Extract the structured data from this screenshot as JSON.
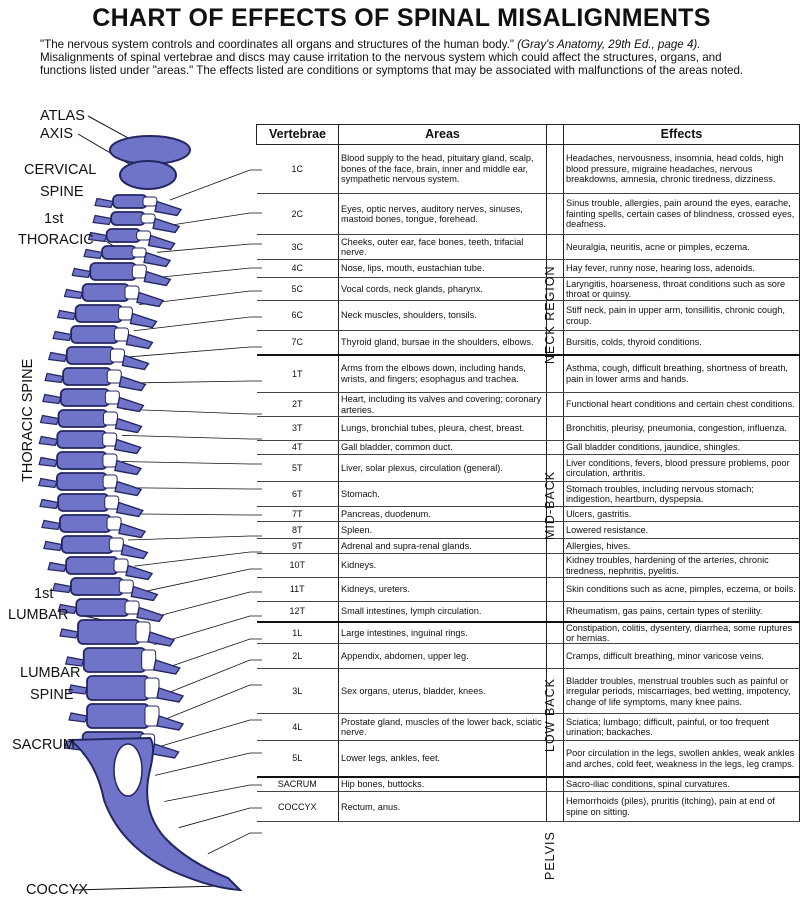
{
  "title": "CHART OF EFFECTS OF SPINAL MISALIGNMENTS",
  "intro_quote": "\"The nervous system controls and coordinates all organs and structures of the human body.\"",
  "intro_citation": "(Gray's Anatomy, 29th Ed., page 4).",
  "intro_body": "Misalignments of spinal vertebrae and discs may cause irritation to the nervous system which could affect the structures, organs, and functions listed under \"areas.\" The effects listed are conditions or symptoms that may be associated with malfunctions of the areas noted.",
  "spine_labels": {
    "atlas": "ATLAS",
    "axis": "AXIS",
    "cervical_1": "CERVICAL",
    "cervical_2": "SPINE",
    "first_thoracic_1": "1st",
    "first_thoracic_2": "THORACIC",
    "thoracic_spine": "THORACIC SPINE",
    "first_lumbar_1": "1st",
    "first_lumbar_2": "LUMBAR",
    "lumbar_spine_1": "LUMBAR",
    "lumbar_spine_2": "SPINE",
    "sacrum": "SACRUM",
    "coccyx": "COCCYX"
  },
  "table": {
    "headers": {
      "vertebrae": "Vertebrae",
      "areas": "Areas",
      "effects": "Effects"
    },
    "regions": {
      "neck": "NECK REGION",
      "mid_back": "MID-BACK",
      "low_back": "LOW BACK",
      "pelvis": "PELVIS"
    },
    "rows": [
      {
        "v": "1C",
        "a": "Blood supply to the head, pituitary gland, scalp, bones of the face, brain, inner and middle ear, sympathetic nervous system.",
        "e": "Headaches, nervousness, insomnia, head colds, high blood pressure, migraine headaches, nervous breakdowns, amnesia, chronic tiredness, dizziness."
      },
      {
        "v": "2C",
        "a": "Eyes, optic nerves, auditory nerves, sinuses, mastoid bones, tongue, forehead.",
        "e": "Sinus trouble, allergies, pain around the eyes, earache, fainting spells, certain cases of blindness, crossed eyes, deafness."
      },
      {
        "v": "3C",
        "a": "Cheeks, outer ear, face bones, teeth, trifacial nerve.",
        "e": "Neuralgia, neuritis, acne or pimples, eczema."
      },
      {
        "v": "4C",
        "a": "Nose, lips, mouth, eustachian tube.",
        "e": "Hay fever, runny nose, hearing loss, adenoids."
      },
      {
        "v": "5C",
        "a": "Vocal cords, neck glands, pharynx.",
        "e": "Laryngitis, hoarseness, throat conditions such as sore throat or quinsy."
      },
      {
        "v": "6C",
        "a": "Neck muscles, shoulders, tonsils.",
        "e": "Stiff neck, pain in upper arm, tonsillitis, chronic cough, croup."
      },
      {
        "v": "7C",
        "a": "Thyroid gland, bursae in the shoulders, elbows.",
        "e": "Bursitis, colds, thyroid conditions."
      },
      {
        "v": "1T",
        "a": "Arms from the elbows down, including hands, wrists, and fingers; esophagus and trachea.",
        "e": "Asthma, cough, difficult breathing, shortness of breath, pain in lower arms and hands."
      },
      {
        "v": "2T",
        "a": "Heart, including its valves and covering; coronary arteries.",
        "e": "Functional heart conditions and certain chest conditions."
      },
      {
        "v": "3T",
        "a": "Lungs, bronchial tubes, pleura, chest, breast.",
        "e": "Bronchitis, pleurisy, pneumonia, congestion, influenza."
      },
      {
        "v": "4T",
        "a": "Gall bladder, common duct.",
        "e": "Gall bladder conditions, jaundice, shingles."
      },
      {
        "v": "5T",
        "a": "Liver, solar plexus, circulation (general).",
        "e": "Liver conditions, fevers, blood pressure problems, poor circulation, arthritis."
      },
      {
        "v": "6T",
        "a": "Stomach.",
        "e": "Stomach troubles, including nervous stomach; indigestion, heartburn, dyspepsia."
      },
      {
        "v": "7T",
        "a": "Pancreas, duodenum.",
        "e": "Ulcers, gastritis."
      },
      {
        "v": "8T",
        "a": "Spleen.",
        "e": "Lowered resistance."
      },
      {
        "v": "9T",
        "a": "Adrenal and supra-renal glands.",
        "e": "Allergies, hives."
      },
      {
        "v": "10T",
        "a": "Kidneys.",
        "e": "Kidney troubles, hardening of the arteries, chronic tiredness, nephritis, pyelitis."
      },
      {
        "v": "11T",
        "a": "Kidneys, ureters.",
        "e": "Skin conditions such as acne, pimples, eczema, or boils."
      },
      {
        "v": "12T",
        "a": "Small intestines, lymph circulation.",
        "e": "Rheumatism, gas pains, certain types of sterility."
      },
      {
        "v": "1L",
        "a": "Large intestines, inguinal rings.",
        "e": "Constipation, colitis, dysentery, diarrhea, some ruptures or hernias."
      },
      {
        "v": "2L",
        "a": "Appendix, abdomen, upper leg.",
        "e": "Cramps, difficult breathing, minor varicose veins."
      },
      {
        "v": "3L",
        "a": "Sex organs, uterus, bladder, knees.",
        "e": "Bladder troubles, menstrual troubles such as painful or irregular periods, miscarriages, bed wetting, impotency, change of life symptoms, many knee pains."
      },
      {
        "v": "4L",
        "a": "Prostate gland, muscles of the lower back, sciatic nerve.",
        "e": "Sciatica; lumbago; difficult, painful, or too frequent urination; backaches."
      },
      {
        "v": "5L",
        "a": "Lower legs, ankles, feet.",
        "e": "Poor circulation in the legs, swollen ankles, weak ankles and arches, cold feet, weakness in the legs, leg cramps."
      },
      {
        "v": "SACRUM",
        "a": "Hip bones, buttocks.",
        "e": "Sacro-iliac conditions, spinal curvatures."
      },
      {
        "v": "COCCYX",
        "a": "Rectum, anus.",
        "e": "Hemorrhoids (piles), pruritis (itching), pain at end of spine on sitting."
      }
    ]
  },
  "colors": {
    "spine_fill": "#6f74c8",
    "spine_dark": "#242663",
    "text": "#111111"
  }
}
